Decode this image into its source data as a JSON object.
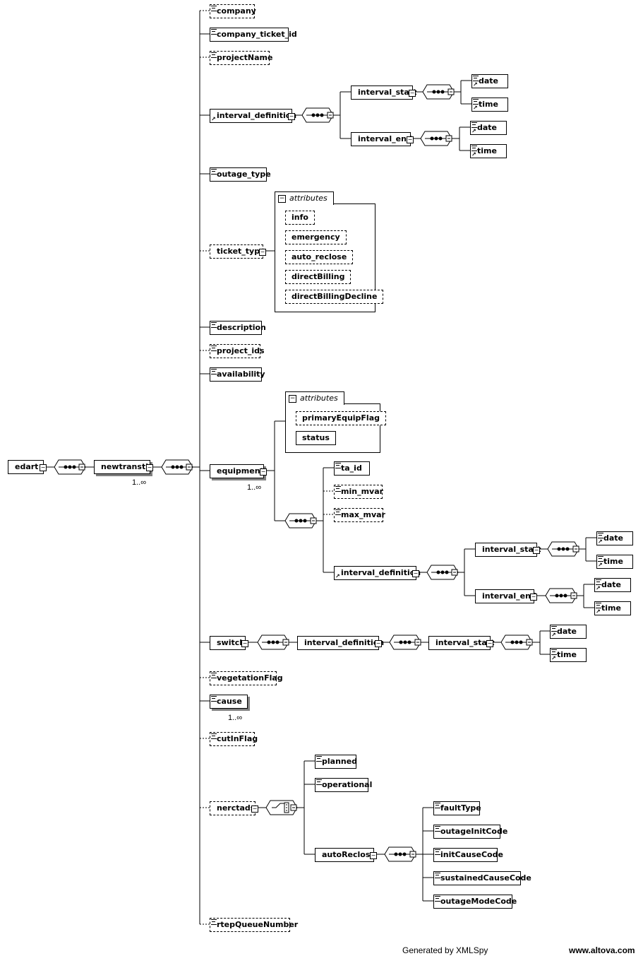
{
  "nodes": {
    "edart": "edart",
    "newtranstic": "newtranstic",
    "newtranstic_mult": "1..∞",
    "company": "company",
    "company_ticket_id": "company_ticket_id",
    "projectName": "projectName",
    "interval_definition": "interval_definition",
    "interval_start": "interval_start",
    "interval_end": "interval_end",
    "date": "date",
    "time": "time",
    "outage_type": "outage_type",
    "ticket_type": "ticket_type",
    "description": "description",
    "project_ids": "project_ids",
    "availability": "availability",
    "equipment": "equipment",
    "equipment_mult": "1..∞",
    "ta_id": "ta_id",
    "min_mvar": "min_mvar",
    "max_mvar": "max_mvar",
    "switch": "switch",
    "vegetationFlag": "vegetationFlag",
    "cause": "cause",
    "cause_mult": "1..∞",
    "cutInFlag": "cutInFlag",
    "nerctads": "nerctads",
    "planned": "planned",
    "operational": "operational",
    "autoReclose": "autoReclose",
    "faultType": "faultType",
    "outageInitCode": "outageInitCode",
    "initCauseCode": "initCauseCode",
    "sustainedCauseCode": "sustainedCauseCode",
    "outageModeCode": "outageModeCode",
    "rtepQueueNumber": "rtepQueueNumber"
  },
  "attributes_label": "attributes",
  "ticket_type_attributes": [
    "info",
    "emergency",
    "auto_reclose",
    "directBilling",
    "directBillingDecline"
  ],
  "equipment_attributes": [
    "primaryEquipFlag",
    "status"
  ],
  "footer": {
    "generated": "Generated by XMLSpy",
    "site": "www.altova.com"
  }
}
